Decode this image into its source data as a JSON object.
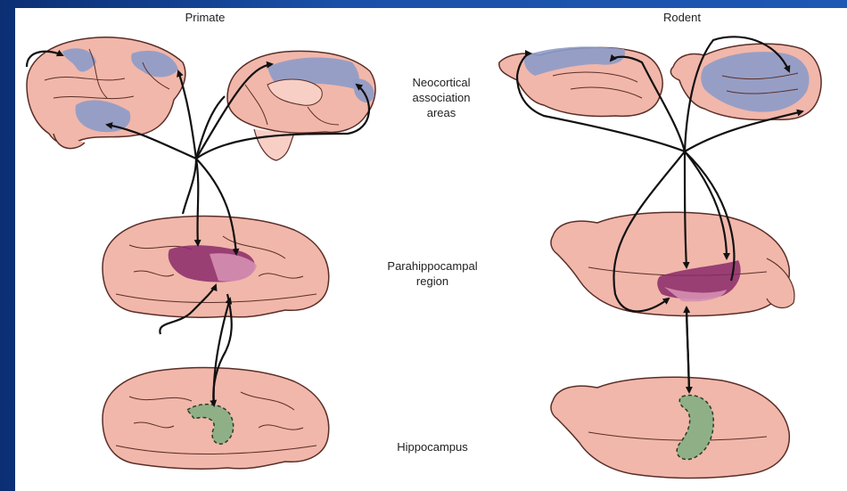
{
  "labels": {
    "primate": "Primate",
    "rodent": "Rodent",
    "neocortical": [
      "Neocortical",
      "association",
      "areas"
    ],
    "parahippocampal": [
      "Parahippocampal",
      "region"
    ],
    "hippocampus": "Hippocampus"
  },
  "colors": {
    "brain_fill": "#f1b7aa",
    "brain_stroke": "#5a2e28",
    "association_blue": "#8d9bc8",
    "parahippocampal_dark": "#8a2a6a",
    "parahippocampal_light": "#d58fb1",
    "hippocampus_green": "#8fb087",
    "background_blue": "#1a50a8"
  }
}
